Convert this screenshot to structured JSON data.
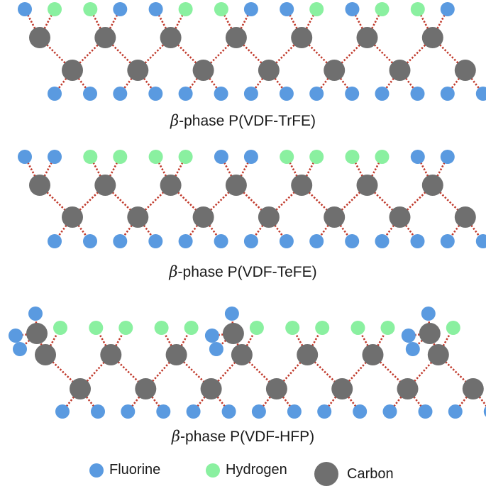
{
  "colors": {
    "fluorine": "#5a9ae0",
    "hydrogen": "#8af0a0",
    "carbon": "#6f6f6f",
    "bond": "#c0392b"
  },
  "captions": [
    {
      "symbol": "β",
      "text": "-phase P(VDF-TrFE)"
    },
    {
      "symbol": "β",
      "text": "-phase P(VDF-TeFE)"
    },
    {
      "symbol": "β",
      "text": "-phase P(VDF-HFP)"
    }
  ],
  "legend": [
    {
      "label": "Fluorine",
      "icon": "fluorine-atom-icon"
    },
    {
      "label": "Hydrogen",
      "icon": "hydrogen-atom-icon"
    },
    {
      "label": "Carbon",
      "icon": "carbon-atom-icon"
    }
  ],
  "chains": [
    {
      "name": "vdf-trfe",
      "top_atoms": [
        "F",
        "H",
        "H",
        "F",
        "F",
        "H",
        "H",
        "F",
        "F",
        "H",
        "F",
        "H",
        "H",
        "F"
      ]
    },
    {
      "name": "vdf-tefe",
      "top_atoms": [
        "F",
        "F",
        "H",
        "H",
        "H",
        "H",
        "F",
        "F",
        "H",
        "H",
        "H",
        "H",
        "F",
        "F"
      ]
    },
    {
      "name": "vdf-hfp",
      "top_atoms": [
        "CF3",
        "H",
        "H",
        "H",
        "H",
        "H",
        "CF3",
        "H",
        "H",
        "H",
        "H",
        "H",
        "CF3",
        "H"
      ]
    }
  ]
}
